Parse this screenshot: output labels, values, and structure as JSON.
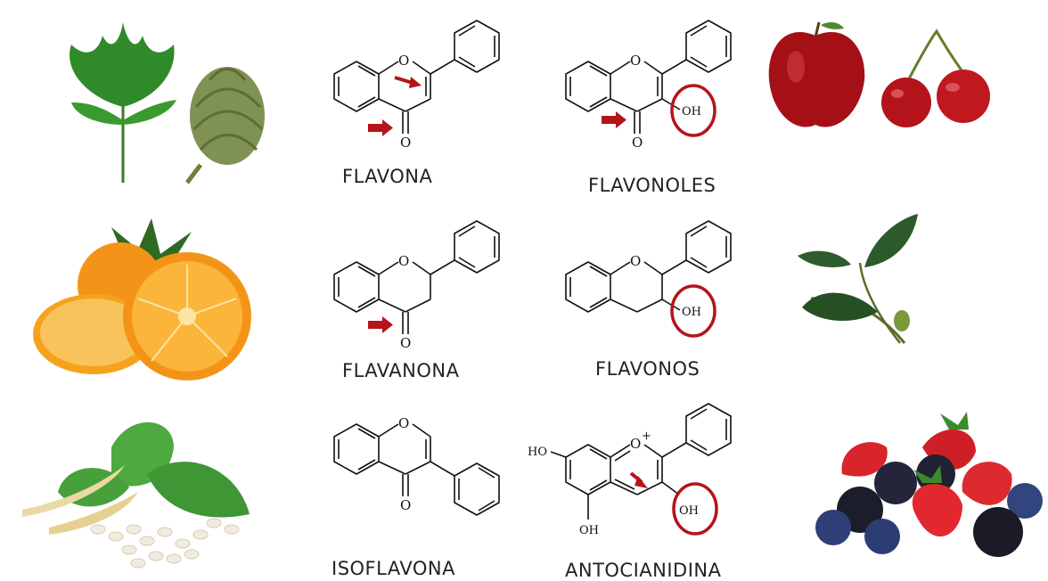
{
  "molecules": [
    {
      "id": "flavona",
      "label": "FLAVONA"
    },
    {
      "id": "flavonoles",
      "label": "FLAVONOLES"
    },
    {
      "id": "flavanona",
      "label": "FLAVANONA"
    },
    {
      "id": "flavonos",
      "label": "FLAVONOS"
    },
    {
      "id": "isoflavona",
      "label": "ISOFLAVONA"
    },
    {
      "id": "antocianidina",
      "label": "ANTOCIANIDINA"
    }
  ],
  "atoms": {
    "oxygen": "O",
    "hydroxyl": "OH",
    "hydroxyl_left": "HO",
    "oxonium": "O",
    "charge": "+"
  },
  "colors": {
    "highlight": "#b3151b",
    "bond": "#111111",
    "label": "#222222"
  }
}
